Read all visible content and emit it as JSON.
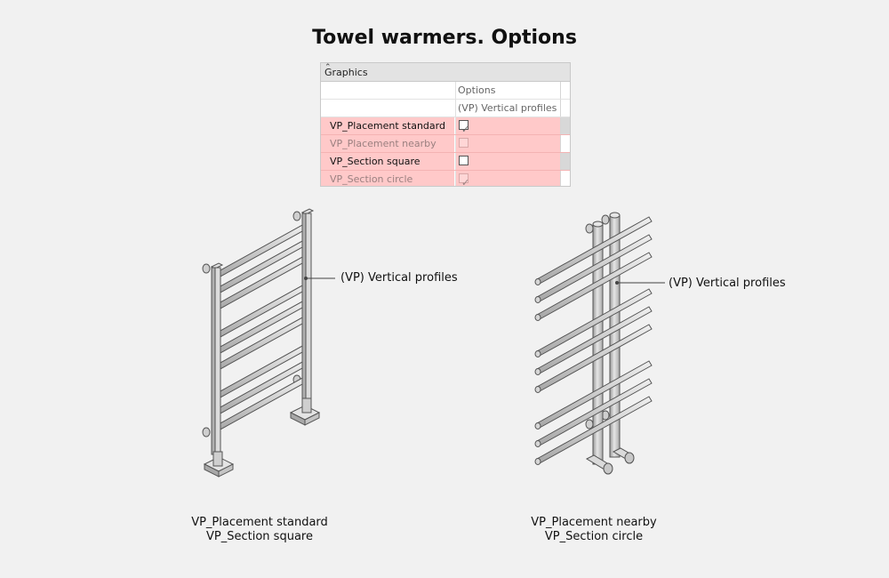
{
  "title": "Towel warmers. Options",
  "panel": {
    "section": "Graphics",
    "collapse_icon": "chevron-up-icon",
    "column_header": "Options",
    "column_subheader": "(VP) Vertical profiles",
    "rows": [
      {
        "label": "VP_Placement standard",
        "checked": true,
        "enabled": true
      },
      {
        "label": "VP_Placement nearby",
        "checked": false,
        "enabled": false
      },
      {
        "label": "VP_Section square",
        "checked": false,
        "enabled": true
      },
      {
        "label": "VP_Section circle",
        "checked": true,
        "enabled": false
      }
    ],
    "highlight_color": "#ffc9c9"
  },
  "left": {
    "callout": "(VP) Vertical profiles",
    "caption_line1": "VP_Placement standard",
    "caption_line2": "VP_Section square"
  },
  "right": {
    "callout": "(VP) Vertical profiles",
    "caption_line1": "VP_Placement nearby",
    "caption_line2": "VP_Section circle"
  }
}
